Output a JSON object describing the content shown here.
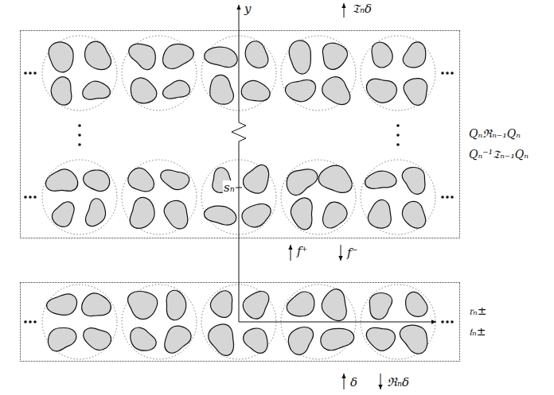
{
  "diagram": {
    "nodes": [
      {
        "text": [
          "Qₙℜₙ₋₁Qₙ",
          "Qₙ⁻¹𝔗ₙ₋₁Qₙ"
        ]
      },
      {
        "text": [
          "𝔯ₙ±",
          "𝔱ₙ±"
        ]
      }
    ],
    "labels": [
      "𝔗ₙδ",
      "y",
      "sₙ",
      "f⁺",
      "f⁻",
      "δ",
      "ℜₙδ"
    ]
  }
}
